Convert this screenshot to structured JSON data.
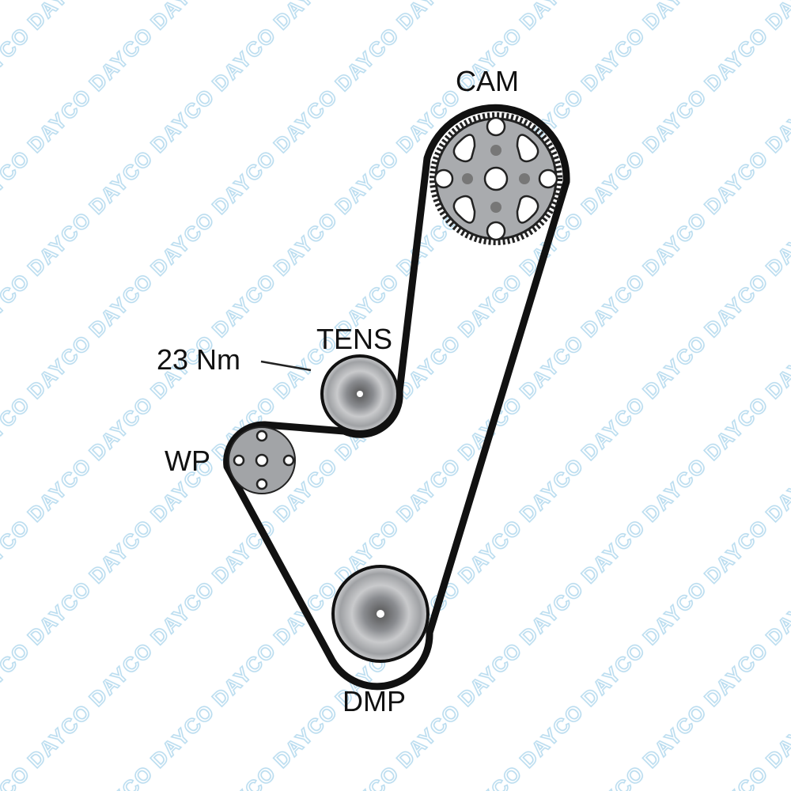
{
  "watermark": "DAYCO",
  "labels": {
    "cam": "CAM",
    "tens": "TENS",
    "torque": "23 Nm",
    "wp": "WP",
    "dmp": "DMP"
  },
  "colors": {
    "watermark": "#b9dcef",
    "belt": "#111111",
    "pulley": "#a7a9ac"
  }
}
